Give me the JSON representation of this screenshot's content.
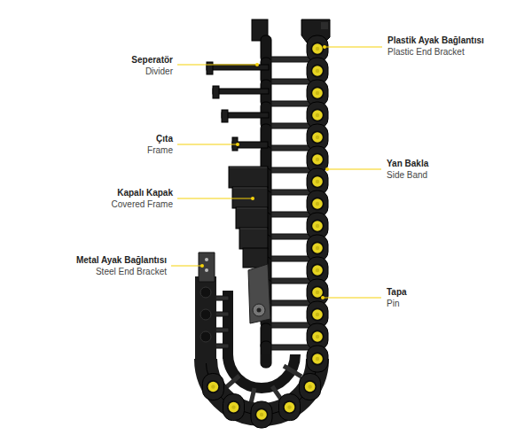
{
  "diagram": {
    "labels": [
      "Plastik Ayak Bağlantısı",
      "Plastic End Bracket",
      "Seperatör",
      "Divider",
      "Çıta",
      "Frame",
      "Yan Bakla",
      "Side Band",
      "Kapalı Kapak",
      "Covered Frame",
      "Metal Ayak Bağlantısı",
      "Steel End Bracket",
      "Tapa",
      "Pin"
    ]
  }
}
